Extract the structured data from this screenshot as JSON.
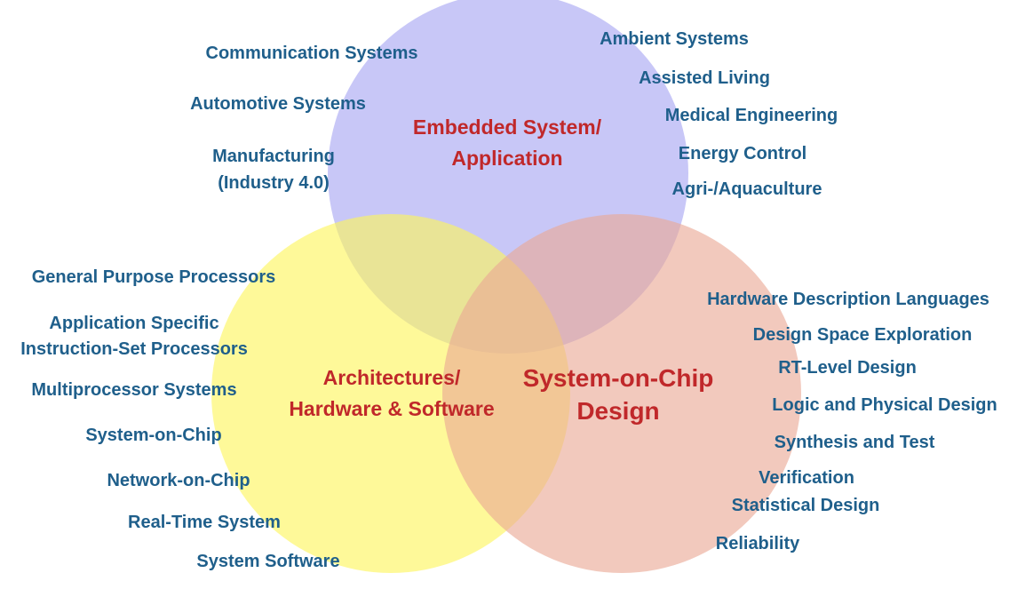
{
  "diagram": {
    "type": "venn",
    "colors": {
      "embedded_circle": "#a7a5f2",
      "architectures_circle": "#fdf55a",
      "soc_circle": "#eaa894",
      "label_text": "#1f5f8b",
      "category_text": "#c0282a"
    },
    "categories": {
      "embedded": {
        "line1": "Embedded System/",
        "line2": "Application"
      },
      "architectures": {
        "line1": "Architectures/",
        "line2": "Hardware & Software"
      },
      "soc": {
        "line1": "System-on-Chip",
        "line2": "Design"
      }
    },
    "embedded_left": [
      "Communication Systems",
      "Automotive Systems",
      "Manufacturing",
      "(Industry 4.0)"
    ],
    "embedded_right": [
      "Ambient Systems",
      "Assisted Living",
      "Medical Engineering",
      "Energy Control",
      "Agri-/Aquaculture"
    ],
    "architectures_items": [
      "General Purpose Processors",
      "Application Specific",
      "Instruction-Set Processors",
      "Multiprocessor Systems",
      "System-on-Chip",
      "Network-on-Chip",
      "Real-Time System",
      "System Software"
    ],
    "soc_items": [
      "Hardware Description Languages",
      "Design Space Exploration",
      "RT-Level Design",
      "Logic and Physical Design",
      "Synthesis and Test",
      "Verification",
      "Statistical Design",
      "Reliability"
    ]
  }
}
